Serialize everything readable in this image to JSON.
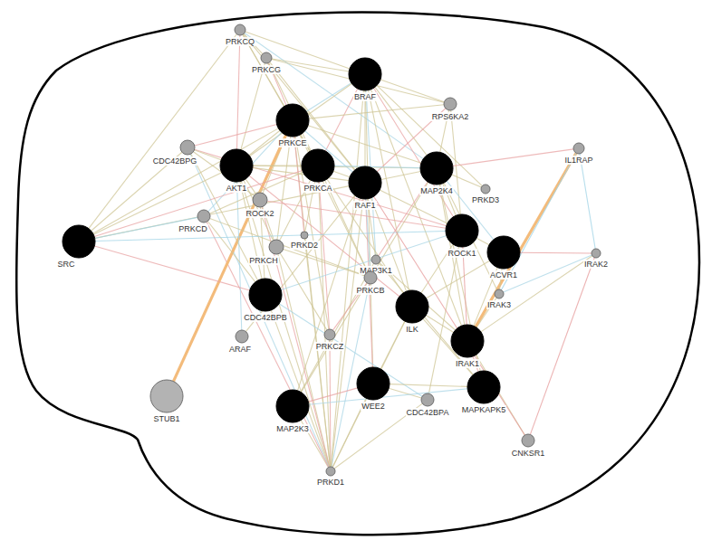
{
  "diagram": {
    "nodes": [
      {
        "text": [
          "PRKCQ"
        ]
      },
      {
        "text": [
          "PRKCG"
        ]
      },
      {
        "text": [
          "BRAF"
        ]
      },
      {
        "text": [
          "RPS6KA2"
        ]
      },
      {
        "text": [
          "PRKCE"
        ]
      },
      {
        "text": [
          "CDC42BPG"
        ]
      },
      {
        "text": [
          "IL1RAP"
        ]
      },
      {
        "text": [
          "AKT1"
        ]
      },
      {
        "text": [
          "PRKCA"
        ]
      },
      {
        "text": [
          "RAF1"
        ]
      },
      {
        "text": [
          "MAP2K4"
        ]
      },
      {
        "text": [
          "PRKD3"
        ]
      },
      {
        "text": [
          "ROCK2"
        ]
      },
      {
        "text": [
          "PRKCD"
        ]
      },
      {
        "text": [
          "SRC"
        ]
      },
      {
        "text": [
          "PRKD2"
        ]
      },
      {
        "text": [
          "ROCK1"
        ]
      },
      {
        "text": [
          "ACVR1"
        ]
      },
      {
        "text": [
          "IRAK2"
        ]
      },
      {
        "text": [
          "PRKCH"
        ]
      },
      {
        "text": [
          "MAP3K1"
        ]
      },
      {
        "text": [
          "PRKCB"
        ]
      },
      {
        "text": [
          "IRAK3"
        ]
      },
      {
        "text": [
          "CDC42BPB"
        ]
      },
      {
        "text": [
          "ILK"
        ]
      },
      {
        "text": [
          "IRAK1"
        ]
      },
      {
        "text": [
          "PRKCZ"
        ]
      },
      {
        "text": [
          "ARAF"
        ]
      },
      {
        "text": [
          "WEE2"
        ]
      },
      {
        "text": [
          "MAPKAPK5"
        ]
      },
      {
        "text": [
          "CDC42BPA"
        ]
      },
      {
        "text": [
          "STUB1"
        ]
      },
      {
        "text": [
          "MAP2K3"
        ]
      },
      {
        "text": [
          "CNKSR1"
        ]
      },
      {
        "text": [
          "PRKD1"
        ]
      }
    ],
    "edges": [
      {
        "from": 34,
        "to": 32,
        "arrow": "none"
      },
      {
        "from": 34,
        "to": 28,
        "arrow": "none"
      },
      {
        "from": 34,
        "to": 26,
        "arrow": "none"
      },
      {
        "from": 34,
        "to": 23,
        "arrow": "none"
      },
      {
        "from": 34,
        "to": 21,
        "arrow": "none"
      },
      {
        "from": 34,
        "to": 24,
        "arrow": "none"
      },
      {
        "from": 34,
        "to": 15,
        "arrow": "none"
      },
      {
        "from": 34,
        "to": 19,
        "arrow": "none"
      },
      {
        "from": 34,
        "to": 12,
        "arrow": "none"
      },
      {
        "from": 34,
        "to": 7,
        "arrow": "none"
      },
      {
        "from": 34,
        "to": 8,
        "arrow": "none"
      },
      {
        "from": 34,
        "to": 9,
        "arrow": "none"
      },
      {
        "from": 34,
        "to": 4,
        "arrow": "none"
      },
      {
        "from": 34,
        "to": 5,
        "arrow": "none"
      },
      {
        "from": 34,
        "to": 13,
        "arrow": "none"
      },
      {
        "from": 34,
        "to": 30,
        "arrow": "none"
      },
      {
        "from": 34,
        "to": 2,
        "arrow": "none"
      },
      {
        "from": 0,
        "to": 2,
        "arrow": "none"
      },
      {
        "from": 0,
        "to": 4,
        "arrow": "none"
      },
      {
        "from": 0,
        "to": 8,
        "arrow": "none"
      },
      {
        "from": 0,
        "to": 7,
        "arrow": "none"
      },
      {
        "from": 0,
        "to": 9,
        "arrow": "none"
      },
      {
        "from": 0,
        "to": 10,
        "arrow": "none"
      },
      {
        "from": 0,
        "to": 14,
        "arrow": "none"
      },
      {
        "from": 0,
        "to": 1,
        "arrow": "none"
      },
      {
        "from": 1,
        "to": 2,
        "arrow": "none"
      },
      {
        "from": 1,
        "to": 4,
        "arrow": "none"
      },
      {
        "from": 1,
        "to": 8,
        "arrow": "none"
      },
      {
        "from": 1,
        "to": 7,
        "arrow": "none"
      },
      {
        "from": 1,
        "to": 9,
        "arrow": "none"
      },
      {
        "from": 1,
        "to": 3,
        "arrow": "none"
      },
      {
        "from": 2,
        "to": 4,
        "arrow": "none"
      },
      {
        "from": 2,
        "to": 8,
        "arrow": "none"
      },
      {
        "from": 2,
        "to": 9,
        "arrow": "none"
      },
      {
        "from": 2,
        "to": 7,
        "arrow": "none"
      },
      {
        "from": 2,
        "to": 3,
        "arrow": "none"
      },
      {
        "from": 2,
        "to": 10,
        "arrow": "none"
      },
      {
        "from": 2,
        "to": 24,
        "arrow": "none"
      },
      {
        "from": 2,
        "to": 16,
        "arrow": "none"
      },
      {
        "from": 2,
        "to": 28,
        "arrow": "none"
      },
      {
        "from": 2,
        "to": 20,
        "arrow": "none"
      },
      {
        "from": 2,
        "to": 11,
        "arrow": "none"
      },
      {
        "from": 2,
        "to": 25,
        "arrow": "none"
      },
      {
        "from": 3,
        "to": 4,
        "arrow": "none"
      },
      {
        "from": 3,
        "to": 9,
        "arrow": "none"
      },
      {
        "from": 3,
        "to": 10,
        "arrow": "none"
      },
      {
        "from": 3,
        "to": 16,
        "arrow": "none"
      },
      {
        "from": 4,
        "to": 8,
        "arrow": "none"
      },
      {
        "from": 4,
        "to": 7,
        "arrow": "none"
      },
      {
        "from": 4,
        "to": 9,
        "arrow": "none"
      },
      {
        "from": 4,
        "to": 5,
        "arrow": "none"
      },
      {
        "from": 4,
        "to": 12,
        "arrow": "none"
      },
      {
        "from": 4,
        "to": 14,
        "arrow": "none"
      },
      {
        "from": 4,
        "to": 10,
        "arrow": "none"
      },
      {
        "from": 4,
        "to": 21,
        "arrow": "none"
      },
      {
        "from": 4,
        "to": 26,
        "arrow": "none"
      },
      {
        "from": 4,
        "to": 15,
        "arrow": "none"
      },
      {
        "from": 4,
        "to": 19,
        "arrow": "none"
      },
      {
        "from": 4,
        "to": 13,
        "arrow": "none"
      },
      {
        "from": 31,
        "to": 4,
        "arrow": "none"
      },
      {
        "from": 5,
        "to": 14,
        "arrow": "none"
      },
      {
        "from": 5,
        "to": 12,
        "arrow": "none"
      },
      {
        "from": 5,
        "to": 16,
        "arrow": "none"
      },
      {
        "from": 5,
        "to": 23,
        "arrow": "none"
      },
      {
        "from": 5,
        "to": 7,
        "arrow": "none"
      },
      {
        "from": 6,
        "to": 25,
        "arrow": "none"
      },
      {
        "from": 6,
        "to": 18,
        "arrow": "none"
      },
      {
        "from": 6,
        "to": 22,
        "arrow": "none"
      },
      {
        "from": 6,
        "to": 10,
        "arrow": "none"
      },
      {
        "from": 7,
        "to": 8,
        "arrow": "none"
      },
      {
        "from": 7,
        "to": 9,
        "arrow": "none"
      },
      {
        "from": 7,
        "to": 12,
        "arrow": "none"
      },
      {
        "from": 7,
        "to": 14,
        "arrow": "none"
      },
      {
        "from": 7,
        "to": 23,
        "arrow": "none"
      },
      {
        "from": 7,
        "to": 24,
        "arrow": "none"
      },
      {
        "from": 7,
        "to": 19,
        "arrow": "none"
      },
      {
        "from": 7,
        "to": 27,
        "arrow": "none"
      },
      {
        "from": 7,
        "to": 10,
        "arrow": "none"
      },
      {
        "from": 8,
        "to": 9,
        "arrow": "none"
      },
      {
        "from": 8,
        "to": 21,
        "arrow": "none"
      },
      {
        "from": 8,
        "to": 26,
        "arrow": "none"
      },
      {
        "from": 8,
        "to": 19,
        "arrow": "none"
      },
      {
        "from": 8,
        "to": 13,
        "arrow": "none"
      },
      {
        "from": 8,
        "to": 15,
        "arrow": "none"
      },
      {
        "from": 8,
        "to": 24,
        "arrow": "none"
      },
      {
        "from": 8,
        "to": 10,
        "arrow": "none"
      },
      {
        "from": 8,
        "to": 14,
        "arrow": "none"
      },
      {
        "from": 9,
        "to": 10,
        "arrow": "none"
      },
      {
        "from": 9,
        "to": 20,
        "arrow": "none"
      },
      {
        "from": 9,
        "to": 24,
        "arrow": "none"
      },
      {
        "from": 9,
        "to": 27,
        "arrow": "none"
      },
      {
        "from": 9,
        "to": 32,
        "arrow": "none"
      },
      {
        "from": 9,
        "to": 28,
        "arrow": "none"
      },
      {
        "from": 9,
        "to": 16,
        "arrow": "none"
      },
      {
        "from": 9,
        "to": 21,
        "arrow": "none"
      },
      {
        "from": 9,
        "to": 14,
        "arrow": "none"
      },
      {
        "from": 10,
        "to": 11,
        "arrow": "none"
      },
      {
        "from": 10,
        "to": 16,
        "arrow": "none"
      },
      {
        "from": 10,
        "to": 20,
        "arrow": "none"
      },
      {
        "from": 10,
        "to": 29,
        "arrow": "none"
      },
      {
        "from": 10,
        "to": 25,
        "arrow": "none"
      },
      {
        "from": 10,
        "to": 32,
        "arrow": "none"
      },
      {
        "from": 10,
        "to": 22,
        "arrow": "none"
      },
      {
        "from": 10,
        "to": 17,
        "arrow": "none"
      },
      {
        "from": 12,
        "to": 16,
        "arrow": "none"
      },
      {
        "from": 12,
        "to": 19,
        "arrow": "none"
      },
      {
        "from": 12,
        "to": 23,
        "arrow": "none"
      },
      {
        "from": 13,
        "to": 14,
        "arrow": "none"
      },
      {
        "from": 13,
        "to": 21,
        "arrow": "none"
      },
      {
        "from": 13,
        "to": 23,
        "arrow": "none"
      },
      {
        "from": 14,
        "to": 23,
        "arrow": "none"
      },
      {
        "from": 14,
        "to": 16,
        "arrow": "none"
      },
      {
        "from": 16,
        "to": 23,
        "arrow": "none"
      },
      {
        "from": 16,
        "to": 17,
        "arrow": "none"
      },
      {
        "from": 16,
        "to": 24,
        "arrow": "none"
      },
      {
        "from": 16,
        "to": 30,
        "arrow": "none"
      },
      {
        "from": 17,
        "to": 18,
        "arrow": "none"
      },
      {
        "from": 17,
        "to": 25,
        "arrow": "none"
      },
      {
        "from": 17,
        "to": 22,
        "arrow": "none"
      },
      {
        "from": 17,
        "to": 24,
        "arrow": "none"
      },
      {
        "from": 18,
        "to": 25,
        "arrow": "none"
      },
      {
        "from": 18,
        "to": 22,
        "arrow": "none"
      },
      {
        "from": 18,
        "to": 33,
        "arrow": "none"
      },
      {
        "from": 19,
        "to": 21,
        "arrow": "none"
      },
      {
        "from": 19,
        "to": 26,
        "arrow": "none"
      },
      {
        "from": 20,
        "to": 29,
        "arrow": "none"
      },
      {
        "from": 20,
        "to": 25,
        "arrow": "none"
      },
      {
        "from": 20,
        "to": 32,
        "arrow": "none"
      },
      {
        "from": 21,
        "to": 26,
        "arrow": "none"
      },
      {
        "from": 22,
        "to": 25,
        "arrow": "none"
      },
      {
        "from": 23,
        "to": 30,
        "arrow": "none"
      },
      {
        "from": 24,
        "to": 25,
        "arrow": "none"
      },
      {
        "from": 24,
        "to": 29,
        "arrow": "none"
      },
      {
        "from": 24,
        "to": 28,
        "arrow": "none"
      },
      {
        "from": 25,
        "to": 29,
        "arrow": "none"
      },
      {
        "from": 25,
        "to": 33,
        "arrow": "none"
      },
      {
        "from": 25,
        "to": 16,
        "arrow": "none"
      },
      {
        "from": 28,
        "to": 29,
        "arrow": "none"
      },
      {
        "from": 28,
        "to": 30,
        "arrow": "none"
      },
      {
        "from": 32,
        "to": 29,
        "arrow": "none"
      },
      {
        "from": 32,
        "to": 28,
        "arrow": "none"
      },
      {
        "from": 33,
        "to": 9,
        "arrow": "none"
      }
    ]
  }
}
